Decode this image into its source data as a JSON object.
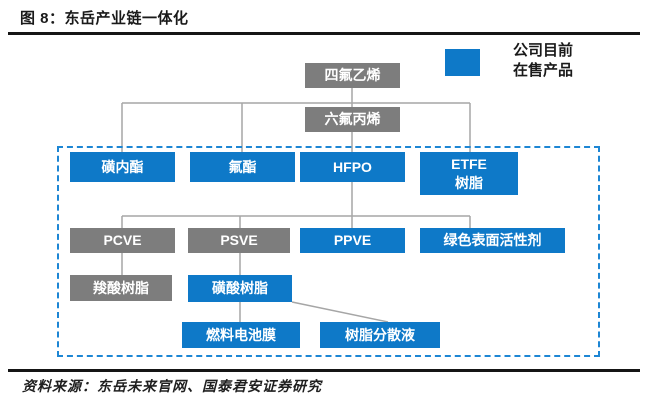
{
  "figure_title": "图 8：东岳产业链一体化",
  "legend": {
    "label": "公司目前\n在售产品",
    "swatch_meaning": "on_sale_product",
    "swatch_color": "#0e79c8"
  },
  "source_note": "资料来源：东岳未来官网、国泰君安证券研究",
  "colors": {
    "on_sale_blue": "#0e79c8",
    "intermediate_gray": "#7d7d7d",
    "connector_gray": "#a6a6a6",
    "dashed_border_blue": "#1d86d4",
    "rule_black": "#151515"
  },
  "nodes": {
    "tfe": {
      "label": "四氟乙烯",
      "status": "intermediate"
    },
    "hfp": {
      "label": "六氟丙烯",
      "status": "intermediate"
    },
    "sultone": {
      "label": "磺内酯",
      "status": "on_sale"
    },
    "fluoro_ester": {
      "label": "氟酯",
      "status": "on_sale"
    },
    "hfpo": {
      "label": "HFPO",
      "status": "on_sale"
    },
    "etfe_resin": {
      "label": "ETFE\n树脂",
      "status": "on_sale"
    },
    "pcve": {
      "label": "PCVE",
      "status": "intermediate"
    },
    "psve": {
      "label": "PSVE",
      "status": "intermediate"
    },
    "ppve": {
      "label": "PPVE",
      "status": "on_sale"
    },
    "green_surfactant": {
      "label": "绿色表面活性剂",
      "status": "on_sale"
    },
    "carboxylic_resin": {
      "label": "羧酸树脂",
      "status": "intermediate"
    },
    "sulfonic_resin": {
      "label": "磺酸树脂",
      "status": "on_sale"
    },
    "fuel_cell_membrane": {
      "label": "燃料电池膜",
      "status": "on_sale"
    },
    "resin_dispersion": {
      "label": "树脂分散液",
      "status": "on_sale"
    }
  },
  "edges": [
    {
      "from": "四氟乙烯",
      "to": "磺内酯"
    },
    {
      "from": "四氟乙烯",
      "to": "氟酯"
    },
    {
      "from": "四氟乙烯",
      "to": "六氟丙烯"
    },
    {
      "from": "四氟乙烯",
      "to": "ETFE树脂"
    },
    {
      "from": "六氟丙烯",
      "to": "HFPO"
    },
    {
      "from": "HFPO",
      "to": "PCVE"
    },
    {
      "from": "HFPO",
      "to": "PSVE"
    },
    {
      "from": "HFPO",
      "to": "PPVE"
    },
    {
      "from": "HFPO",
      "to": "绿色表面活性剂"
    },
    {
      "from": "PCVE",
      "to": "羧酸树脂"
    },
    {
      "from": "PSVE",
      "to": "磺酸树脂"
    },
    {
      "from": "磺酸树脂",
      "to": "燃料电池膜"
    },
    {
      "from": "磺酸树脂",
      "to": "树脂分散液"
    }
  ]
}
